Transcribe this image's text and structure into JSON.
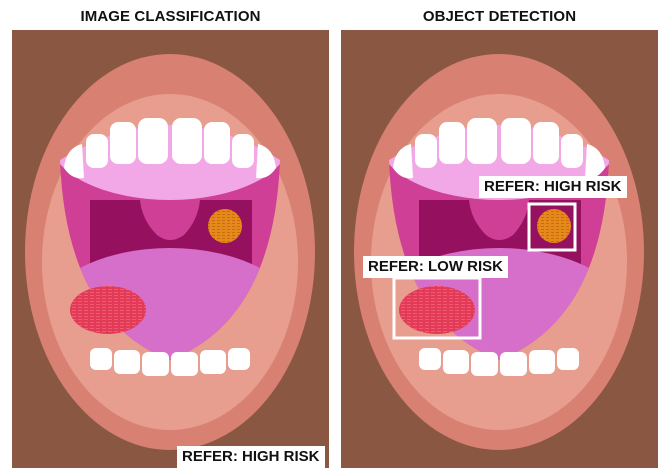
{
  "panels": {
    "left": {
      "title": "IMAGE CLASSIFICATION",
      "result_label": "REFER: HIGH RISK"
    },
    "right": {
      "title": "OBJECT DETECTION",
      "box_labels": [
        "REFER: HIGH RISK",
        "REFER: LOW RISK"
      ]
    }
  },
  "colors": {
    "background": "#8a5842",
    "lips": "#d88072",
    "lip_shadow": "#e79e8e",
    "mouth_cavity": "#cf3f96",
    "upper_gum": "#f2a8e6",
    "throat": "#95115f",
    "tongue": "#d66fc9",
    "teeth": "#ffffff",
    "lesion_high_risk": "#e58a1a",
    "lesion_low_risk": "#e23a57",
    "box_border": "#ffffff"
  }
}
